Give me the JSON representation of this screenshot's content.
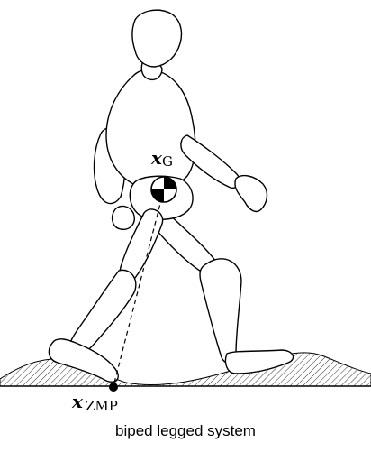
{
  "labels": {
    "com_symbol": "x",
    "com_subscript": "G",
    "zmp_symbol": "x",
    "zmp_subscript": "ZMP"
  },
  "caption": "biped legged system"
}
